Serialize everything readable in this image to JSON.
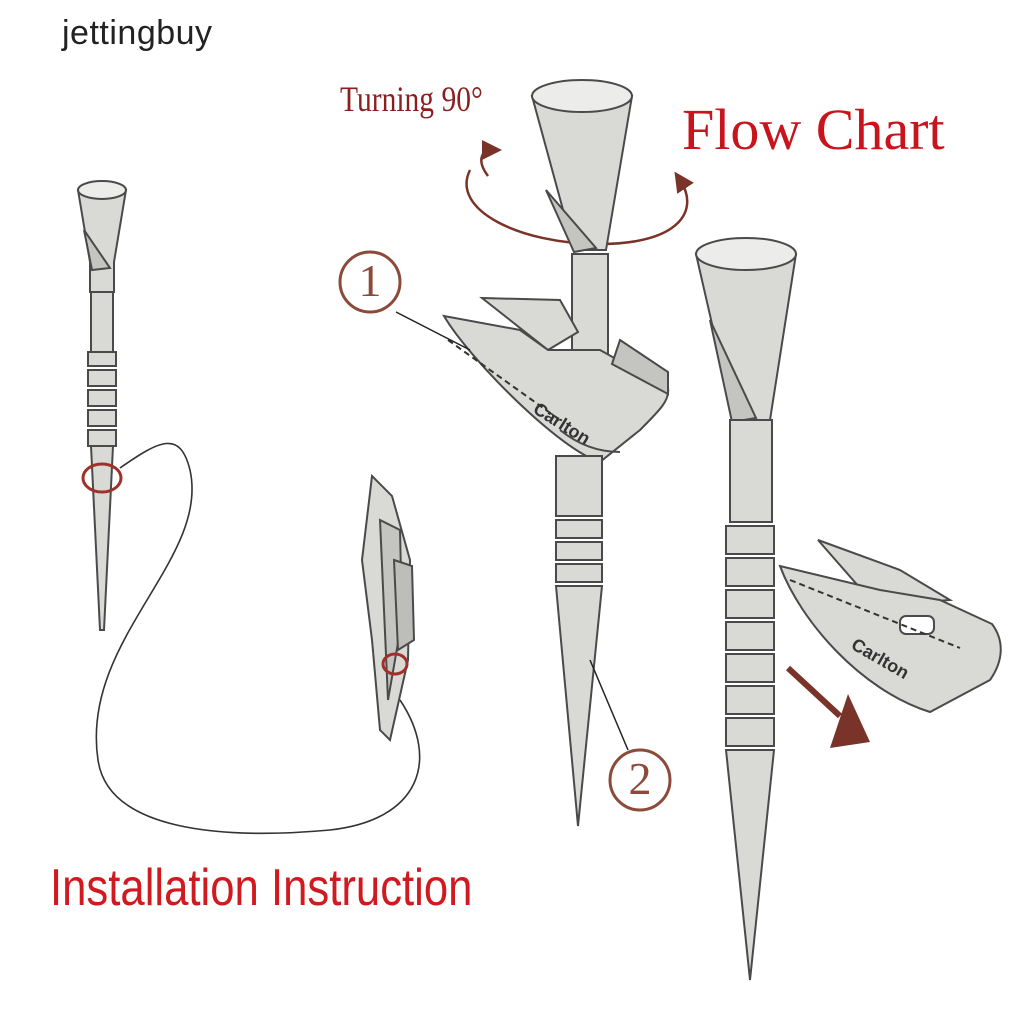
{
  "watermark": "jettingbuy",
  "turning_label": "Turning 90°",
  "title": "Flow Chart",
  "caption": "Installation Instruction",
  "steps": [
    "1",
    "2"
  ],
  "colors": {
    "title_red": "#c8141c",
    "label_brown": "#8b1f1f",
    "step_brown": "#8b4a3a",
    "arrow_brown": "#7a3328",
    "tee_fill": "#d9d9d6",
    "outline": "#4a4a4a"
  },
  "icons": [
    "golf-tee-icon",
    "tee-clip-icon",
    "rotate-arrow-icon",
    "direction-arrow-icon"
  ]
}
